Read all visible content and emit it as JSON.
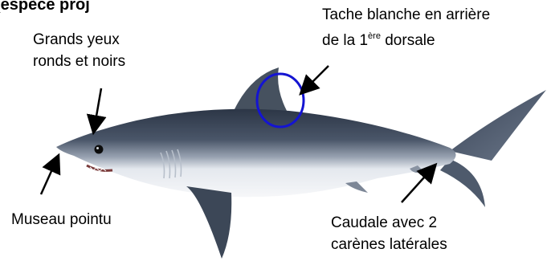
{
  "corner_fragment": "(espèce proj",
  "labels": {
    "eyes_line1": "Grands yeux",
    "eyes_line2": "ronds et noirs",
    "spot_line1": "Tache blanche en arrière",
    "spot_line2_pre": "de la 1",
    "spot_line2_sup": "ère",
    "spot_line2_post": " dorsale",
    "snout": "Museau pointu",
    "caudal_line1": "Caudale avec 2",
    "caudal_line2": "carènes latérales"
  },
  "icons": {
    "shark": "shark-illustration",
    "highlight": "highlight-circle",
    "arrows": "arrow-icon"
  },
  "colors": {
    "highlight_circle": "#1414d2",
    "shark_back": "#3f4b5e",
    "shark_belly": "#eef1f5",
    "arrow": "#000000"
  }
}
